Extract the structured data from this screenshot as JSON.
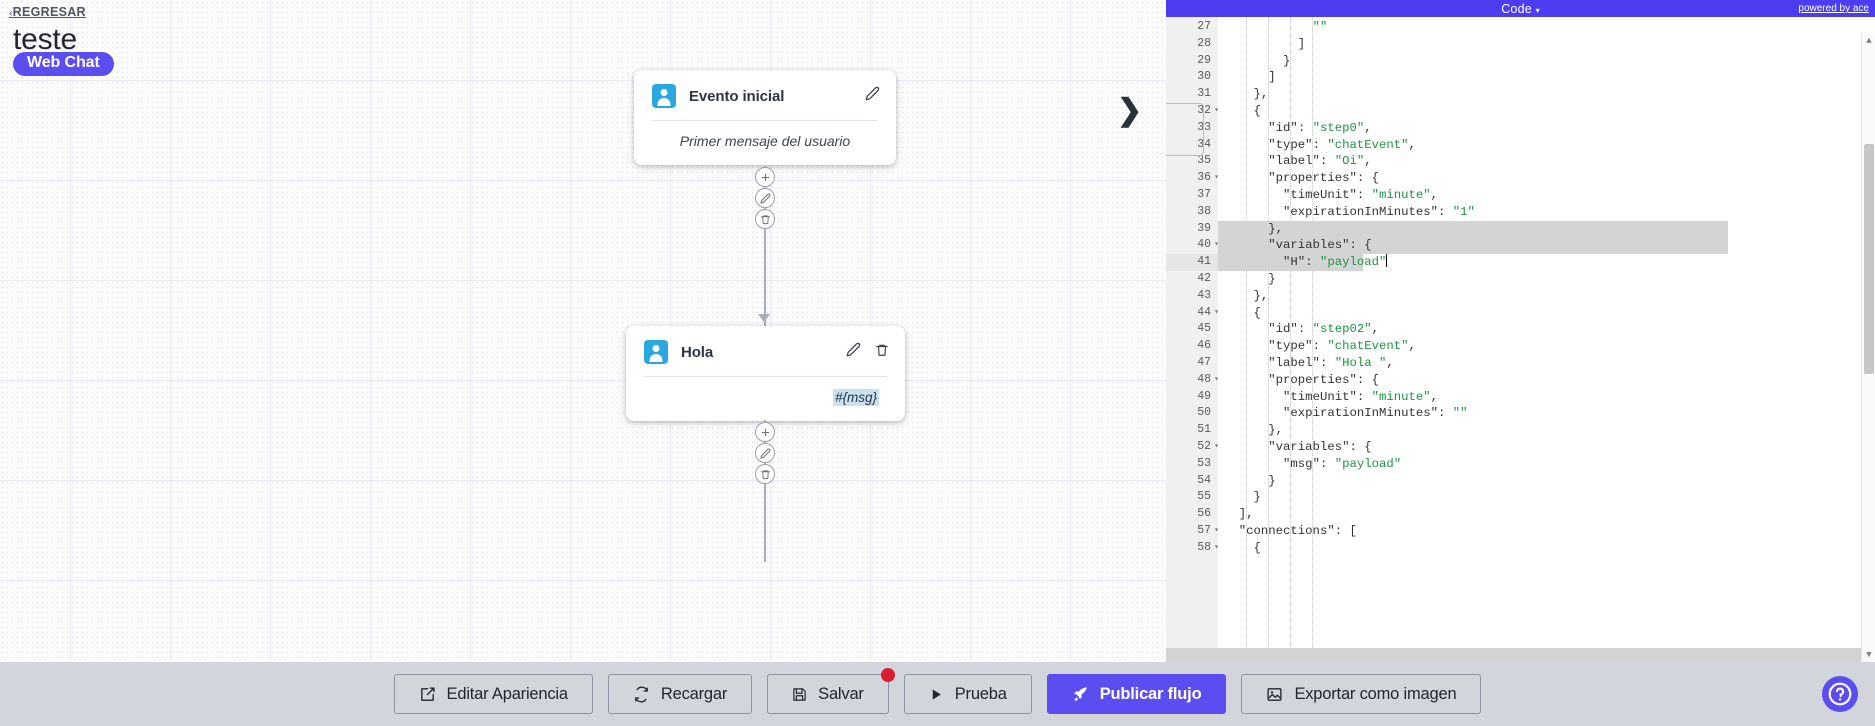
{
  "header": {
    "back_label": "REGRESAR",
    "back_chevron": "‹",
    "flow_title": "teste",
    "channel_badge": "Web Chat"
  },
  "canvas": {
    "nodes": [
      {
        "id": "node-evento-inicial",
        "avatar_icon": "user-avatar-icon",
        "title": "Evento inicial",
        "body": "Primer mensaje del usuario",
        "edit_icon": "pencil-icon",
        "has_delete": false
      },
      {
        "id": "node-hola",
        "avatar_icon": "user-avatar-icon",
        "title": "Hola",
        "body": "#{msg}",
        "edit_icon": "pencil-icon",
        "delete_icon": "trash-icon",
        "has_delete": true
      }
    ],
    "connector_actions": [
      {
        "name": "add-step-button",
        "icon": "plus-icon"
      },
      {
        "name": "edit-step-button",
        "icon": "pencil-icon"
      },
      {
        "name": "delete-step-button",
        "icon": "trash-icon"
      }
    ]
  },
  "code_panel": {
    "title": "Code",
    "title_caret": "▾",
    "powered_by": "powered by ace",
    "scroll_up": "▲",
    "scroll_down": "▼",
    "lines": [
      {
        "n": 27,
        "fold": false,
        "sel": "none",
        "text": "            \"\""
      },
      {
        "n": 28,
        "fold": false,
        "sel": "none",
        "text": "          ]"
      },
      {
        "n": 29,
        "fold": false,
        "sel": "none",
        "text": "        }"
      },
      {
        "n": 30,
        "fold": false,
        "sel": "none",
        "text": "      ]"
      },
      {
        "n": 31,
        "fold": false,
        "sel": "none",
        "text": "    },"
      },
      {
        "n": 32,
        "fold": true,
        "sel": "none",
        "text": "    {"
      },
      {
        "n": 33,
        "fold": false,
        "sel": "none",
        "text": "      \"id\": \"step0\","
      },
      {
        "n": 34,
        "fold": false,
        "sel": "none",
        "text": "      \"type\": \"chatEvent\","
      },
      {
        "n": 35,
        "fold": false,
        "sel": "none",
        "text": "      \"label\": \"Oi\","
      },
      {
        "n": 36,
        "fold": true,
        "sel": "none",
        "text": "      \"properties\": {"
      },
      {
        "n": 37,
        "fold": false,
        "sel": "none",
        "text": "        \"timeUnit\": \"minute\","
      },
      {
        "n": 38,
        "fold": false,
        "sel": "none",
        "text": "        \"expirationInMinutes\": \"1\""
      },
      {
        "n": 39,
        "fold": false,
        "sel": "full",
        "text": "      },"
      },
      {
        "n": 40,
        "fold": true,
        "sel": "full",
        "text": "      \"variables\": {"
      },
      {
        "n": 41,
        "fold": false,
        "sel": "short",
        "active": true,
        "cursor": true,
        "text": "        \"H\": \"payload\""
      },
      {
        "n": 42,
        "fold": false,
        "sel": "none",
        "text": "      }"
      },
      {
        "n": 43,
        "fold": false,
        "sel": "none",
        "text": "    },"
      },
      {
        "n": 44,
        "fold": true,
        "sel": "none",
        "text": "    {"
      },
      {
        "n": 45,
        "fold": false,
        "sel": "none",
        "text": "      \"id\": \"step02\","
      },
      {
        "n": 46,
        "fold": false,
        "sel": "none",
        "text": "      \"type\": \"chatEvent\","
      },
      {
        "n": 47,
        "fold": false,
        "sel": "none",
        "text": "      \"label\": \"Hola \","
      },
      {
        "n": 48,
        "fold": true,
        "sel": "none",
        "text": "      \"properties\": {"
      },
      {
        "n": 49,
        "fold": false,
        "sel": "none",
        "text": "        \"timeUnit\": \"minute\","
      },
      {
        "n": 50,
        "fold": false,
        "sel": "none",
        "text": "        \"expirationInMinutes\": \"\""
      },
      {
        "n": 51,
        "fold": false,
        "sel": "none",
        "text": "      },"
      },
      {
        "n": 52,
        "fold": true,
        "sel": "none",
        "text": "      \"variables\": {"
      },
      {
        "n": 53,
        "fold": false,
        "sel": "none",
        "text": "        \"msg\": \"payload\""
      },
      {
        "n": 54,
        "fold": false,
        "sel": "none",
        "text": "      }"
      },
      {
        "n": 55,
        "fold": false,
        "sel": "none",
        "text": "    }"
      },
      {
        "n": 56,
        "fold": false,
        "sel": "none",
        "text": "  ],"
      },
      {
        "n": 57,
        "fold": true,
        "sel": "none",
        "text": "  \"connections\": ["
      },
      {
        "n": 58,
        "fold": true,
        "sel": "none",
        "text": "    {"
      }
    ]
  },
  "toolbar": {
    "buttons": [
      {
        "name": "edit-appearance-button",
        "label": "Editar Apariencia",
        "icon": "edit-square-icon",
        "primary": false,
        "badge": false
      },
      {
        "name": "reload-button",
        "label": "Recargar",
        "icon": "refresh-icon",
        "primary": false,
        "badge": false
      },
      {
        "name": "save-button",
        "label": "Salvar",
        "icon": "save-disk-icon",
        "primary": false,
        "badge": true
      },
      {
        "name": "test-button",
        "label": "Prueba",
        "icon": "play-icon",
        "primary": false,
        "badge": false
      },
      {
        "name": "publish-flow-button",
        "label": "Publicar flujo",
        "icon": "rocket-icon",
        "primary": true,
        "badge": false
      },
      {
        "name": "export-image-button",
        "label": "Exportar como imagen",
        "icon": "image-icon",
        "primary": false,
        "badge": false
      }
    ],
    "help_label": "?"
  },
  "colors": {
    "brand_purple": "#5b4ef0",
    "code_header_purple": "#4d3df0",
    "avatar_blue": "#29a8e0",
    "toolbar_gray": "#d2d5dc",
    "badge_red": "#d91e2f",
    "string_green": "#1a9641",
    "chip_blue": "#c8e2f2"
  }
}
